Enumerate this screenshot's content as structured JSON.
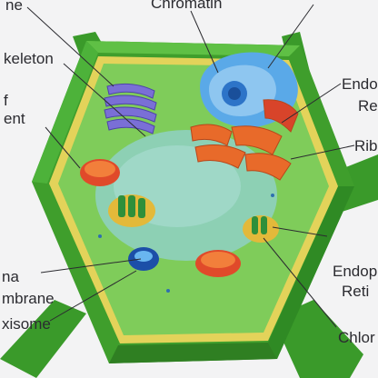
{
  "diagram": {
    "labels": {
      "top_left_partial": "ne",
      "cytoskeleton": "keleton",
      "vacuole_line1": "f",
      "vacuole_line2": "ent",
      "chromatin": "Chromatin",
      "endoplasmic_right_1": "Endo",
      "endoplasmic_right_2": "Re",
      "ribosome": "Ribo",
      "membrane_line1": "na",
      "membrane_line2": "mbrane",
      "peroxisome": "xisome",
      "endoplasmic_lower_1": "Endop",
      "endoplasmic_lower_2": "Reti",
      "chloroplast": "Chlor"
    },
    "colors": {
      "cell_wall": "#3f9e2c",
      "cytoplasm": "#7fcc5a",
      "membrane": "#e3d35a",
      "vacuole": "#8fd0c4",
      "nucleus": "#5aa9e8",
      "golgi": "#7a6fd6",
      "rough_er": "#e86a2a",
      "mitochondria": "#e04a2a",
      "chloroplast": "#2f8f3a"
    }
  }
}
